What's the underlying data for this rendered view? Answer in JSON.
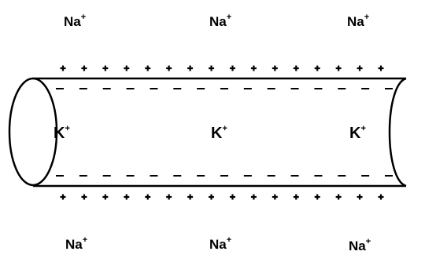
{
  "outside_ions": {
    "top": [
      {
        "symbol": "Na",
        "charge": "+"
      },
      {
        "symbol": "Na",
        "charge": "+"
      },
      {
        "symbol": "Na",
        "charge": "+"
      }
    ],
    "bottom": [
      {
        "symbol": "Na",
        "charge": "+"
      },
      {
        "symbol": "Na",
        "charge": "+"
      },
      {
        "symbol": "Na",
        "charge": "+"
      }
    ]
  },
  "inside_ions": [
    {
      "symbol": "K",
      "charge": "+"
    },
    {
      "symbol": "K",
      "charge": "+"
    },
    {
      "symbol": "K",
      "charge": "+"
    }
  ],
  "membrane": {
    "outer_charge_sign": "+",
    "outer_charge_count": 16,
    "inner_charge_sign": "−",
    "inner_charge_count": 15
  },
  "colors": {
    "stroke": "#000000",
    "background": "#ffffff"
  }
}
